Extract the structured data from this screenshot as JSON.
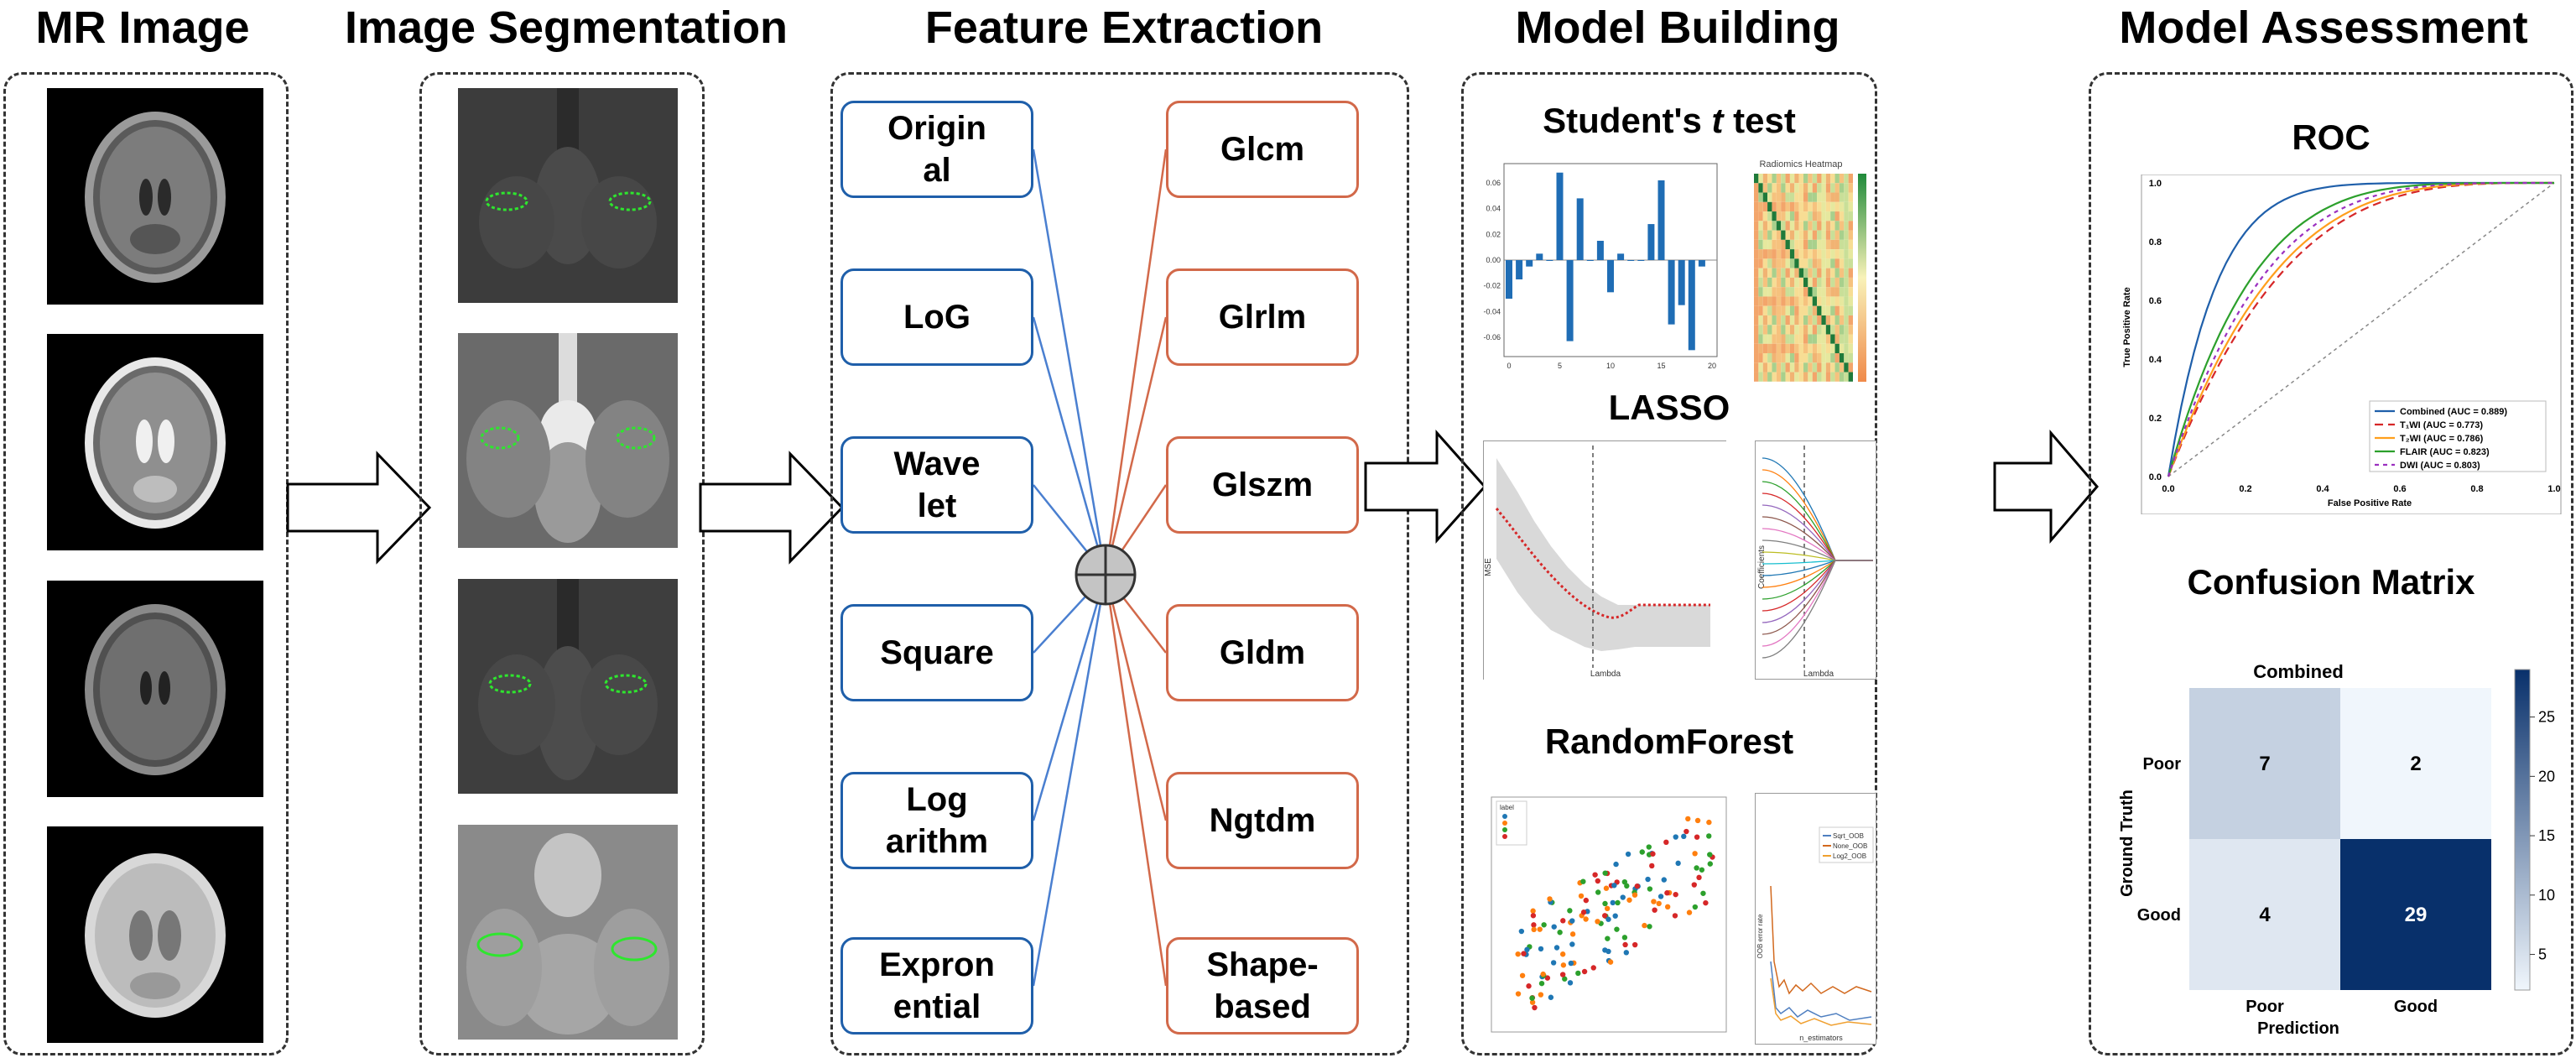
{
  "stages": {
    "mr_image": "MR Image",
    "segmentation": "Image Segmentation",
    "feature_extraction": "Feature Extraction",
    "model_building": "Model Building",
    "model_assessment": "Model Assessment"
  },
  "feature_extraction": {
    "filters": [
      "Origin\nal",
      "LoG",
      "Wave\nlet",
      "Square",
      "Log\narithm",
      "Expron\nential"
    ],
    "features": [
      "Glcm",
      "Glrlm",
      "Glszm",
      "Gldm",
      "Ngtdm",
      "Shape-\nbased"
    ]
  },
  "model_building": {
    "t_test_title_prefix": "Student's ",
    "t_test_title_t": "t",
    "t_test_title_suffix": " test",
    "heatmap_title": "Radiomics Heatmap",
    "lasso_title": "LASSO",
    "lasso_xlabel": "Lambda",
    "lasso_ylabel_mse": "MSE",
    "lasso_ylabel_coef": "Coefficients",
    "rf_title": "RandomForest",
    "rf_legend_title": "label",
    "rf_xlabel": "n_estimators",
    "rf_ylabel": "OOB error rate",
    "rf_series": [
      "Sqrt_OOB",
      "None_OOB",
      "Log2_OOB"
    ],
    "colors": {
      "blue": "#1f77b4",
      "orange": "#ff7f0e",
      "green": "#2ca02c",
      "red": "#d62728"
    }
  },
  "model_assessment": {
    "roc_title": "ROC",
    "roc_xlabel": "False Positive Rate",
    "roc_ylabel": "True Positive Rate",
    "cm_title": "Confusion Matrix",
    "cm_chart_title": "Combined",
    "cm_xlabel": "Prediction",
    "cm_ylabel": "Ground Truth"
  },
  "chart_data": [
    {
      "type": "bar",
      "x": [
        0,
        1,
        2,
        3,
        4,
        5,
        6,
        7,
        8,
        9,
        10,
        11,
        12,
        13,
        14,
        15,
        16,
        17,
        18,
        19
      ],
      "values": [
        -0.03,
        -0.015,
        -0.005,
        0.005,
        0.0,
        0.068,
        -0.063,
        0.048,
        0.0,
        0.015,
        -0.025,
        0.005,
        0.0,
        0.0,
        0.028,
        0.062,
        -0.05,
        -0.035,
        -0.07,
        -0.005
      ],
      "xticks": [
        "0",
        "5",
        "10",
        "15",
        "20"
      ],
      "yticks": [
        "0.06",
        "0.04",
        "0.02",
        "0.00",
        "-0.02",
        "-0.04",
        "-0.06"
      ],
      "ylim": [
        -0.075,
        0.075
      ]
    },
    {
      "type": "line",
      "title": "ROC",
      "xlabel": "False Positive Rate",
      "ylabel": "True Positive Rate",
      "xticks": [
        "0.0",
        "0.2",
        "0.4",
        "0.6",
        "0.8",
        "1.0"
      ],
      "yticks": [
        "0.0",
        "0.2",
        "0.4",
        "0.6",
        "0.8",
        "1.0"
      ],
      "series": [
        {
          "name": "Combined (AUC = 0.889)",
          "auc": 0.889,
          "color": "#1f5faa",
          "dash": ""
        },
        {
          "name": "T₁WI (AUC = 0.773)",
          "auc": 0.773,
          "color": "#d62728",
          "dash": "10,6"
        },
        {
          "name": "T₂WI (AUC = 0.786)",
          "auc": 0.786,
          "color": "#ff9f1c",
          "dash": ""
        },
        {
          "name": "FLAIR (AUC = 0.823)",
          "auc": 0.823,
          "color": "#2ca02c",
          "dash": ""
        },
        {
          "name": "DWI (AUC = 0.803)",
          "auc": 0.803,
          "color": "#9b30c0",
          "dash": "5,5"
        }
      ]
    },
    {
      "type": "heatmap",
      "title": "Combined",
      "row_labels": [
        "Poor",
        "Good"
      ],
      "col_labels": [
        "Poor",
        "Good"
      ],
      "values": [
        [
          7,
          2
        ],
        [
          4,
          29
        ]
      ],
      "colorbar_ticks": [
        "25",
        "20",
        "15",
        "10",
        "5"
      ],
      "range": [
        2,
        29
      ]
    }
  ]
}
